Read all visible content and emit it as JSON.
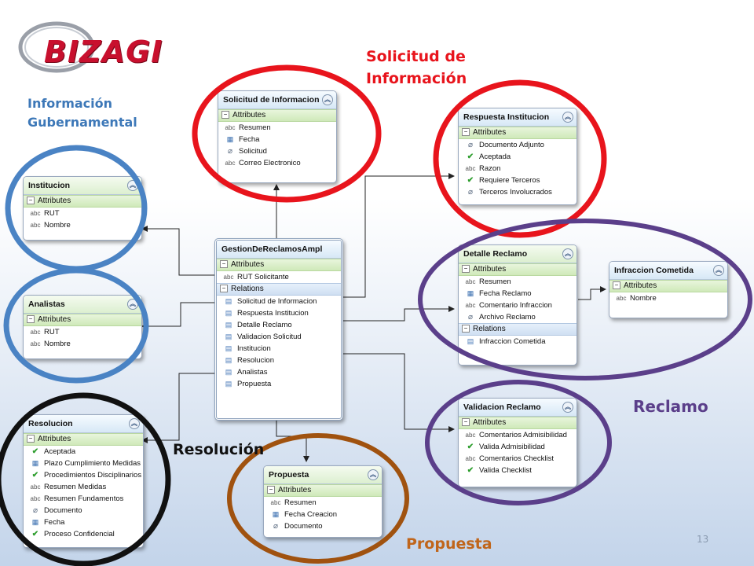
{
  "logo": {
    "text": "BIZAGI"
  },
  "labels": {
    "solicitud": [
      "Solicitud de",
      "Información"
    ],
    "informacion": [
      "Información",
      "Gubernamental"
    ],
    "reclamo": "Reclamo",
    "resolucion": "Resolución",
    "propuesta": "Propuesta",
    "page_number": "13"
  },
  "colors": {
    "red": "#e8141c",
    "blue": "#4a83c4",
    "purple": "#5b3f8a",
    "black": "#111111",
    "brown": "#a0520f",
    "label_red": "#e8141c",
    "label_blue": "#3d78b8",
    "label_purple": "#5b3f8a",
    "label_black": "#111111",
    "label_brown": "#c0651a"
  },
  "entities": {
    "solicitud": {
      "title": "Solicitud de Informacion",
      "attributes_label": "Attributes",
      "attributes": [
        {
          "icon": "abc",
          "name": "Resumen"
        },
        {
          "icon": "calendar",
          "name": "Fecha"
        },
        {
          "icon": "clip",
          "name": "Solicitud"
        },
        {
          "icon": "abc",
          "name": "Correo Electronico"
        }
      ]
    },
    "respuesta": {
      "title": "Respuesta Institucion",
      "attributes_label": "Attributes",
      "attributes": [
        {
          "icon": "clip",
          "name": "Documento Adjunto"
        },
        {
          "icon": "check",
          "name": "Aceptada"
        },
        {
          "icon": "abc",
          "name": "Razon"
        },
        {
          "icon": "check",
          "name": "Requiere Terceros"
        },
        {
          "icon": "clip",
          "name": "Terceros Involucrados"
        }
      ]
    },
    "institucion": {
      "title": "Institucion",
      "attributes_label": "Attributes",
      "attributes": [
        {
          "icon": "abc",
          "name": "RUT"
        },
        {
          "icon": "abc",
          "name": "Nombre"
        }
      ]
    },
    "analistas": {
      "title": "Analistas",
      "attributes_label": "Attributes",
      "attributes": [
        {
          "icon": "abc",
          "name": "RUT"
        },
        {
          "icon": "abc",
          "name": "Nombre"
        }
      ]
    },
    "gestion": {
      "title": "GestionDeReclamosAmpl",
      "attributes_label": "Attributes",
      "attributes": [
        {
          "icon": "abc",
          "name": "RUT Solicitante"
        }
      ],
      "relations_label": "Relations",
      "relations": [
        "Solicitud de Informacion",
        "Respuesta Institucion",
        "Detalle Reclamo",
        "Validacion Solicitud",
        "Institucion",
        "Resolucion",
        "Analistas",
        "Propuesta"
      ]
    },
    "detalle": {
      "title": "Detalle Reclamo",
      "attributes_label": "Attributes",
      "attributes": [
        {
          "icon": "abc",
          "name": "Resumen"
        },
        {
          "icon": "calendar",
          "name": "Fecha Reclamo"
        },
        {
          "icon": "abc",
          "name": "Comentario Infraccion"
        },
        {
          "icon": "clip",
          "name": "Archivo Reclamo"
        }
      ],
      "relations_label": "Relations",
      "relations": [
        "Infraccion Cometida"
      ]
    },
    "infraccion": {
      "title": "Infraccion Cometida",
      "attributes_label": "Attributes",
      "attributes": [
        {
          "icon": "abc",
          "name": "Nombre"
        }
      ]
    },
    "validacion": {
      "title": "Validacion Reclamo",
      "attributes_label": "Attributes",
      "attributes": [
        {
          "icon": "abc",
          "name": "Comentarios Admisibilidad"
        },
        {
          "icon": "check",
          "name": "Valida Admisibilidad"
        },
        {
          "icon": "abc",
          "name": "Comentarios Checklist"
        },
        {
          "icon": "check",
          "name": "Valida Checklist"
        }
      ]
    },
    "resolucion": {
      "title": "Resolucion",
      "attributes_label": "Attributes",
      "attributes": [
        {
          "icon": "check",
          "name": "Aceptada"
        },
        {
          "icon": "calendar",
          "name": "Plazo Cumplimiento Medidas"
        },
        {
          "icon": "check",
          "name": "Procedimientos Disciplinarios"
        },
        {
          "icon": "abc",
          "name": "Resumen Medidas"
        },
        {
          "icon": "abc",
          "name": "Resumen Fundamentos"
        },
        {
          "icon": "clip",
          "name": "Documento"
        },
        {
          "icon": "calendar",
          "name": "Fecha"
        },
        {
          "icon": "check",
          "name": "Proceso Confidencial"
        }
      ]
    },
    "propuesta": {
      "title": "Propuesta",
      "attributes_label": "Attributes",
      "attributes": [
        {
          "icon": "abc",
          "name": "Resumen"
        },
        {
          "icon": "calendar",
          "name": "Fecha Creacion"
        },
        {
          "icon": "clip",
          "name": "Documento"
        }
      ]
    }
  }
}
